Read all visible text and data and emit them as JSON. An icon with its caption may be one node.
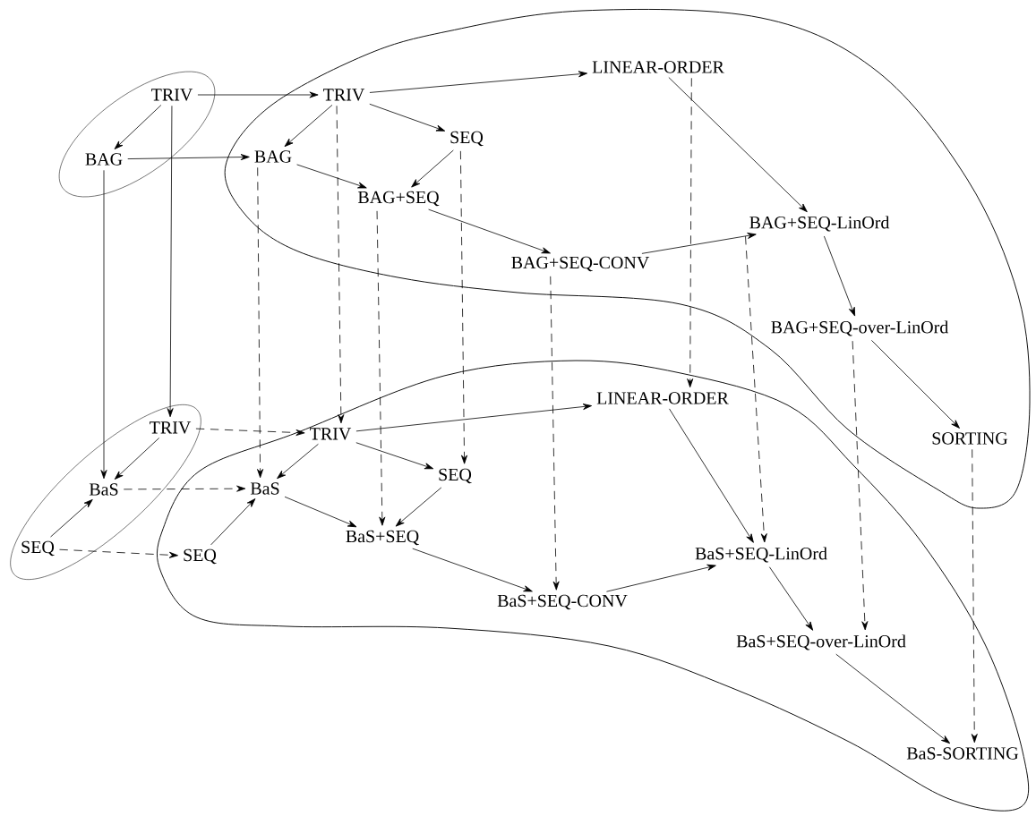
{
  "diagram": {
    "nodes": [
      {
        "text": [],
        "shape": "ellipse"
      },
      {
        "text": [
          "TRIV"
        ],
        "in": 0
      },
      {
        "text": [
          "BAG"
        ],
        "in": 0
      },
      {
        "text": [],
        "shape": "blob"
      },
      {
        "text": [
          "TRIV"
        ],
        "in": 3
      },
      {
        "text": [
          "BAG"
        ],
        "in": 3
      },
      {
        "text": [
          "SEQ"
        ],
        "in": 3
      },
      {
        "text": [
          "BAG+SEQ"
        ],
        "in": 3
      },
      {
        "text": [
          "LINEAR-ORDER"
        ],
        "in": 3
      },
      {
        "text": [
          "BAG+SEQ-CONV"
        ],
        "in": 3
      },
      {
        "text": [
          "BAG+SEQ-LinOrd"
        ],
        "in": 3
      },
      {
        "text": [
          "BAG+SEQ-over-LinOrd"
        ],
        "in": 3
      },
      {
        "text": [
          "SORTING"
        ],
        "in": 3
      },
      {
        "text": [],
        "shape": "ellipse"
      },
      {
        "text": [
          "TRIV"
        ],
        "in": 13
      },
      {
        "text": [
          "BaS"
        ],
        "in": 13
      },
      {
        "text": [
          "SEQ"
        ],
        "in": 13
      },
      {
        "text": [],
        "shape": "blob"
      },
      {
        "text": [
          "TRIV"
        ],
        "in": 17
      },
      {
        "text": [
          "BaS"
        ],
        "in": 17
      },
      {
        "text": [
          "SEQ"
        ],
        "in": 17
      },
      {
        "text": [
          "SEQ"
        ],
        "in": 17
      },
      {
        "text": [
          "BaS+SEQ"
        ],
        "in": 17
      },
      {
        "text": [
          "LINEAR-ORDER"
        ],
        "in": 17
      },
      {
        "text": [
          "BaS+SEQ-CONV"
        ],
        "in": 17
      },
      {
        "text": [
          "BaS+SEQ-LinOrd"
        ],
        "in": 17
      },
      {
        "text": [
          "BaS+SEQ-over-LinOrd"
        ],
        "in": 17
      },
      {
        "text": [
          "BaS-SORTING"
        ],
        "in": 17
      }
    ],
    "edges": [
      {
        "from": 1,
        "to": 4,
        "arrow": "to"
      },
      {
        "from": 1,
        "to": 2,
        "arrow": "to"
      },
      {
        "from": 2,
        "to": 5,
        "arrow": "to"
      },
      {
        "from": 1,
        "to": 14,
        "arrow": "to"
      },
      {
        "from": 2,
        "to": 15,
        "arrow": "to"
      },
      {
        "from": 4,
        "to": 8,
        "arrow": "to"
      },
      {
        "from": 4,
        "to": 5,
        "arrow": "to"
      },
      {
        "from": 4,
        "to": 6,
        "arrow": "to"
      },
      {
        "from": 6,
        "to": 7,
        "arrow": "to"
      },
      {
        "from": 5,
        "to": 7,
        "arrow": "to"
      },
      {
        "from": 7,
        "to": 9,
        "arrow": "to"
      },
      {
        "from": 9,
        "to": 10,
        "arrow": "to"
      },
      {
        "from": 8,
        "to": 10,
        "arrow": "to"
      },
      {
        "from": 10,
        "to": 11,
        "arrow": "to"
      },
      {
        "from": 11,
        "to": 12,
        "arrow": "to"
      },
      {
        "from": 4,
        "to": 18,
        "arrow": "to",
        "style": "dashed"
      },
      {
        "from": 5,
        "to": 19,
        "arrow": "to",
        "style": "dashed"
      },
      {
        "from": 6,
        "to": 20,
        "arrow": "to",
        "style": "dashed"
      },
      {
        "from": 7,
        "to": 22,
        "arrow": "to",
        "style": "dashed"
      },
      {
        "from": 8,
        "to": 23,
        "arrow": "to",
        "style": "dashed"
      },
      {
        "from": 9,
        "to": 24,
        "arrow": "to",
        "style": "dashed"
      },
      {
        "from": 10,
        "to": 25,
        "arrow": "to",
        "style": "dashed"
      },
      {
        "from": 11,
        "to": 26,
        "arrow": "to",
        "style": "dashed"
      },
      {
        "from": 12,
        "to": 27,
        "arrow": "to",
        "style": "dashed"
      },
      {
        "from": 14,
        "to": 18,
        "arrow": "to",
        "style": "dashed"
      },
      {
        "from": 14,
        "to": 15,
        "arrow": "to"
      },
      {
        "from": 16,
        "to": 15,
        "arrow": "to"
      },
      {
        "from": 15,
        "to": 19,
        "arrow": "to",
        "style": "dashed"
      },
      {
        "from": 16,
        "to": 21,
        "arrow": "to",
        "style": "dashed"
      },
      {
        "from": 18,
        "to": 23,
        "arrow": "to"
      },
      {
        "from": 18,
        "to": 19,
        "arrow": "to"
      },
      {
        "from": 18,
        "to": 20,
        "arrow": "to"
      },
      {
        "from": 21,
        "to": 19,
        "arrow": "to"
      },
      {
        "from": 19,
        "to": 22,
        "arrow": "to"
      },
      {
        "from": 20,
        "to": 22,
        "arrow": "to"
      },
      {
        "from": 22,
        "to": 24,
        "arrow": "to"
      },
      {
        "from": 24,
        "to": 25,
        "arrow": "to"
      },
      {
        "from": 23,
        "to": 25,
        "arrow": "to"
      },
      {
        "from": 25,
        "to": 26,
        "arrow": "to"
      },
      {
        "from": 26,
        "to": 27,
        "arrow": "to"
      }
    ]
  }
}
